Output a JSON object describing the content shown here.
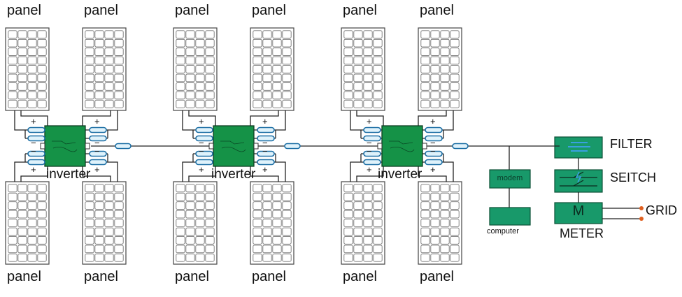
{
  "labels": {
    "panel": "panel",
    "inverter": "inverter",
    "modem": "modem",
    "computer": "computer",
    "filter": "FILTER",
    "switch": "SEITCH",
    "meter_letter": "M",
    "meter": "METER",
    "grid": "GRID",
    "plus": "+",
    "minus": "−"
  },
  "colors": {
    "panel_stroke": "#555555",
    "inverter_fill": "#159247",
    "device_fill": "#18996a",
    "device_stroke": "#0b4f35",
    "connector_fill": "#dff2fb",
    "connector_stroke": "#1d6fa5",
    "grid_terminal": "#e06020",
    "wire": "#222222"
  },
  "icons": [
    "solar-panel-icon",
    "inverter-icon",
    "connector-icon",
    "filter-icon",
    "switch-icon",
    "meter-icon"
  ]
}
